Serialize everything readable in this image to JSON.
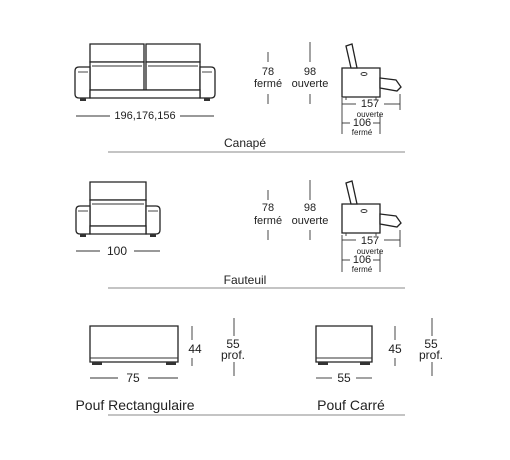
{
  "canape": {
    "width_label": "196,176,156",
    "height_closed_value": "78",
    "height_closed_word": "fermé",
    "height_open_value": "98",
    "height_open_word": "ouverte",
    "depth_open_value": "157",
    "depth_open_word": "ouverte",
    "depth_closed_value": "106",
    "depth_closed_word": "fermé",
    "title": "Canapé"
  },
  "fauteuil": {
    "width_label": "100",
    "height_closed_value": "78",
    "height_closed_word": "fermé",
    "height_open_value": "98",
    "height_open_word": "ouverte",
    "depth_open_value": "157",
    "depth_open_word": "ouverte",
    "depth_closed_value": "106",
    "depth_closed_word": "fermé",
    "title": "Fauteuil"
  },
  "pouf_rect": {
    "width_label": "75",
    "height_label": "44",
    "depth_value": "55",
    "depth_word": "prof.",
    "title": "Pouf Rectangulaire"
  },
  "pouf_carre": {
    "width_label": "55",
    "height_label": "45",
    "depth_value": "55",
    "depth_word": "prof.",
    "title": "Pouf Carré"
  }
}
